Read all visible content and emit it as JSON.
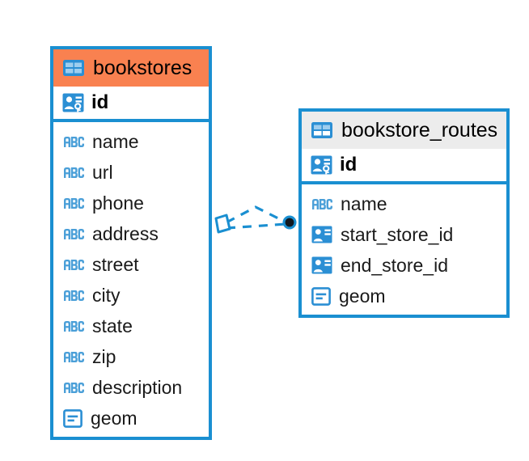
{
  "diagram": {
    "type": "entity-relationship-diagram",
    "colors": {
      "entity_border": "#1a8fd1",
      "header_accent_primary": "#f98150",
      "header_accent_secondary": "#ececec",
      "icon_blue": "#2b8fd4",
      "connector": "#1a8fd1",
      "connector_endpoint_fill": "#101820",
      "background": "#ffffff"
    },
    "entities": [
      {
        "name": "bookstores",
        "header_icon": "table-icon",
        "header_accent": "#f98150",
        "primary_key": {
          "label": "id",
          "icon": "primary-key-icon"
        },
        "fields": [
          {
            "label": "name",
            "icon": "abc-text-icon"
          },
          {
            "label": "url",
            "icon": "abc-text-icon"
          },
          {
            "label": "phone",
            "icon": "abc-text-icon"
          },
          {
            "label": "address",
            "icon": "abc-text-icon"
          },
          {
            "label": "street",
            "icon": "abc-text-icon"
          },
          {
            "label": "city",
            "icon": "abc-text-icon"
          },
          {
            "label": "state",
            "icon": "abc-text-icon"
          },
          {
            "label": "zip",
            "icon": "abc-text-icon"
          },
          {
            "label": "description",
            "icon": "abc-text-icon"
          },
          {
            "label": "geom",
            "icon": "geometry-icon"
          }
        ]
      },
      {
        "name": "bookstore_routes",
        "header_icon": "table-icon",
        "header_accent": "#ececec",
        "primary_key": {
          "label": "id",
          "icon": "primary-key-icon"
        },
        "fields": [
          {
            "label": "name",
            "icon": "abc-text-icon"
          },
          {
            "label": "start_store_id",
            "icon": "foreign-key-icon"
          },
          {
            "label": "end_store_id",
            "icon": "foreign-key-icon"
          },
          {
            "label": "geom",
            "icon": "geometry-icon"
          }
        ]
      }
    ],
    "relationship": {
      "from_entity": "bookstores",
      "to_entity": "bookstore_routes",
      "line_style": "dashed",
      "source_marker": "diamond-marker",
      "target_marker": "filled-circle-marker"
    }
  }
}
